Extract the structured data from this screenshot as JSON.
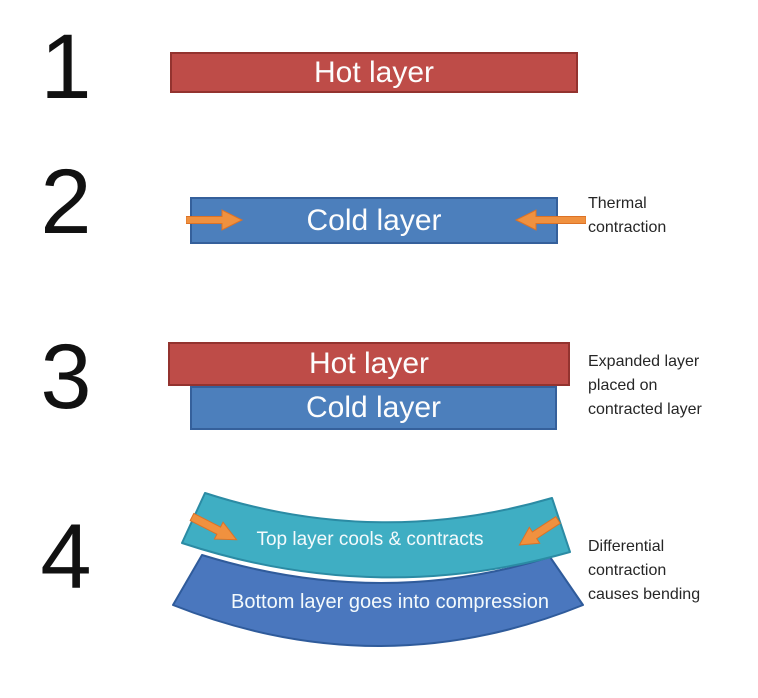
{
  "figure": {
    "background": "#ffffff",
    "steps": [
      {
        "number": "1",
        "layers": [
          {
            "label": "Hot layer",
            "type": "hot"
          }
        ],
        "annotation": ""
      },
      {
        "number": "2",
        "layers": [
          {
            "label": "Cold layer",
            "type": "cold"
          }
        ],
        "annotation": "Thermal\ncontraction"
      },
      {
        "number": "3",
        "layers": [
          {
            "label": "Hot layer",
            "type": "hot"
          },
          {
            "label": "Cold layer",
            "type": "cold"
          }
        ],
        "annotation": "Expanded layer\nplaced on\ncontracted layer"
      },
      {
        "number": "4",
        "bands": [
          {
            "label": "Top layer cools & contracts",
            "type": "teal"
          },
          {
            "label": "Bottom layer goes into compression",
            "type": "blue"
          }
        ],
        "annotation": "Differential\ncontraction\ncauses bending"
      }
    ],
    "colors": {
      "hot_fill": "#BE4C48",
      "hot_border": "#93332F",
      "cold_fill": "#4C7FBC",
      "cold_border": "#35609B",
      "top_band_fill": "#3FAEC3",
      "top_band_border": "#2B8BA4",
      "bottom_band_fill": "#4A77BE",
      "bottom_band_border": "#2F5B9B",
      "arrow_fill": "#F0913F",
      "arrow_border": "#DC7226",
      "number_color": "#111111",
      "annotation_color": "#262626",
      "layer_label_color": "#FDFDFD"
    },
    "icons": [
      "contract-arrow-right-icon",
      "contract-arrow-left-icon",
      "bend-arrow-down-right-icon",
      "bend-arrow-down-left-icon"
    ]
  }
}
